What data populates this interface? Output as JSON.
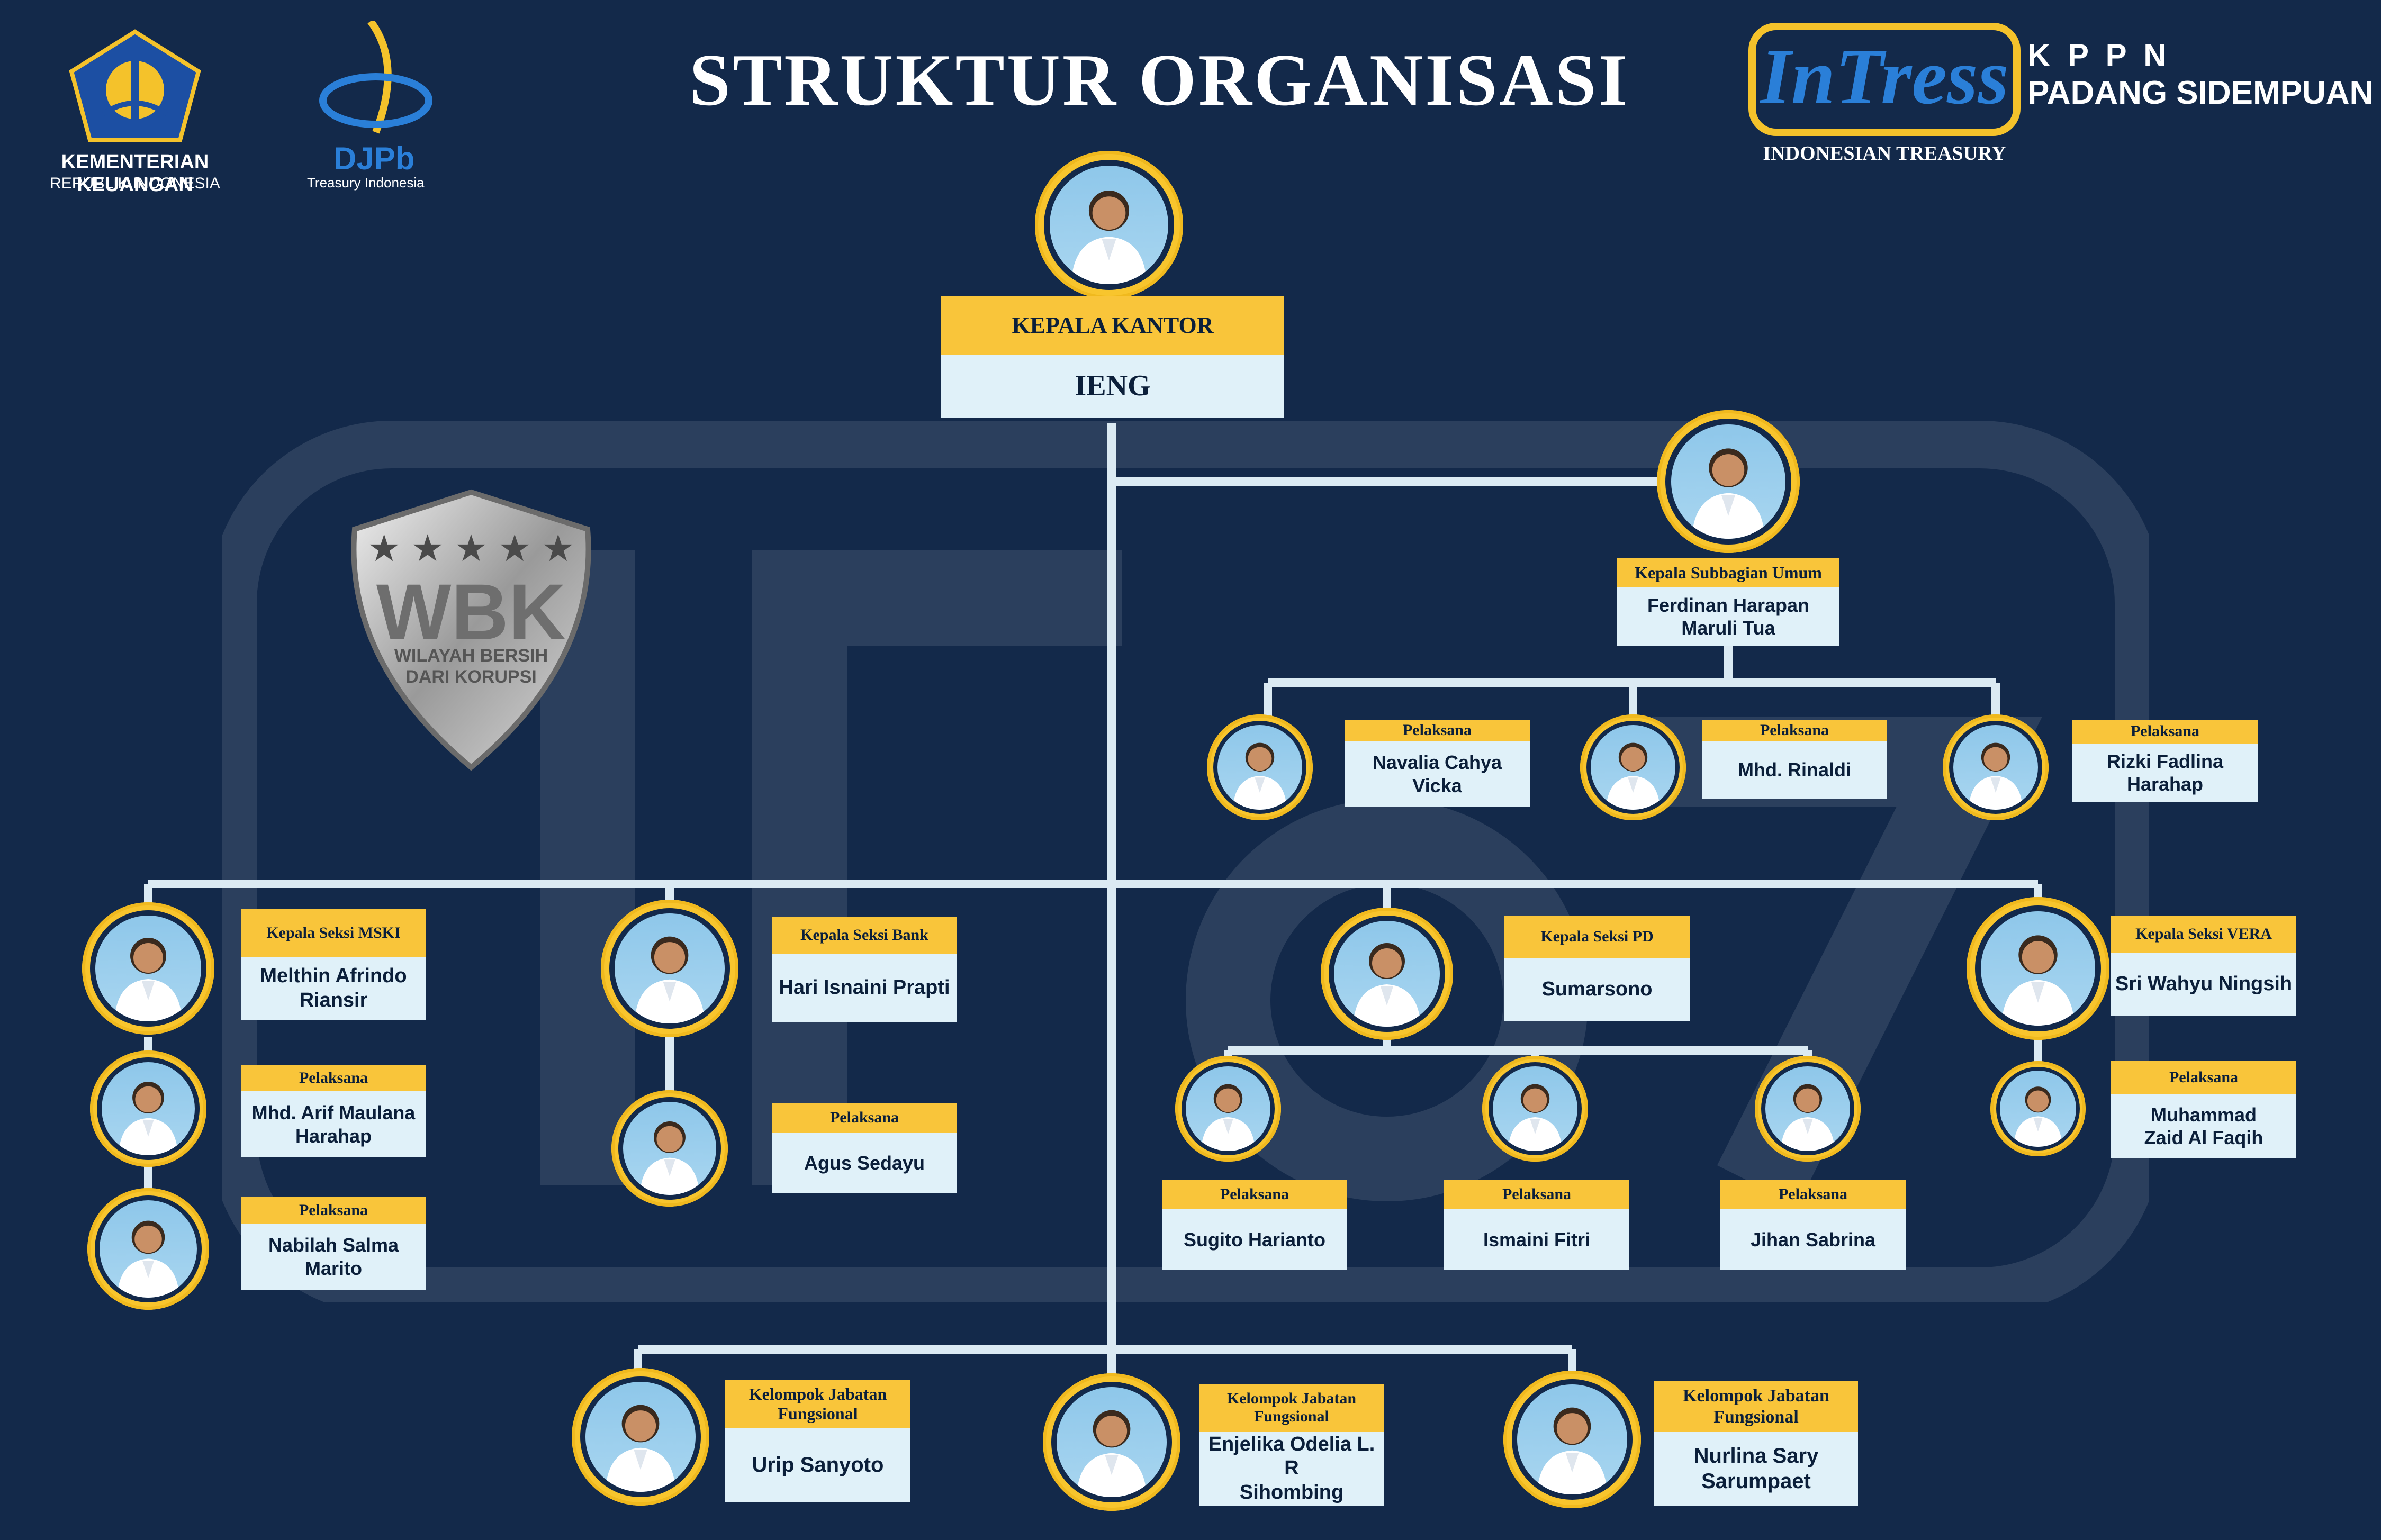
{
  "title": "STRUKTUR ORGANISASI",
  "logos": {
    "kemenkeu_line1": "KEMENTERIAN KEUANGAN",
    "kemenkeu_line2": "REPUBLIK INDONESIA",
    "djpb_name": "DJPb",
    "djpb_sub": "Treasury Indonesia",
    "intress_word": "InTress",
    "intress_sub": "INDONESIAN TREASURY",
    "kppn_line1": "K P P N",
    "kppn_line2": "PADANG SIDEMPUAN",
    "wbk_big": "WBK",
    "wbk_sub1": "WILAYAH BERSIH",
    "wbk_sub2": "DARI KORUPSI"
  },
  "colors": {
    "background": "#13294a",
    "accent_yellow": "#f9c53a",
    "card_light": "#e0f1f9",
    "line": "#dbeaf3"
  },
  "nodes": {
    "kepala_kantor": {
      "role": "KEPALA KANTOR",
      "name": "IENG"
    },
    "kasubbag_umum": {
      "role": "Kepala Subbagian Umum",
      "name": "Ferdinan Harapan\nMaruli Tua"
    },
    "umum_p1": {
      "role": "Pelaksana",
      "name": "Navalia Cahya\nVicka"
    },
    "umum_p2": {
      "role": "Pelaksana",
      "name": "Mhd. Rinaldi"
    },
    "umum_p3": {
      "role": "Pelaksana",
      "name": "Rizki Fadlina\nHarahap"
    },
    "msk": {
      "role": "Kepala Seksi MSKI",
      "name": "Melthin Afrindo\nRiansir"
    },
    "msk_p1": {
      "role": "Pelaksana",
      "name": "Mhd. Arif Maulana\nHarahap"
    },
    "msk_p2": {
      "role": "Pelaksana",
      "name": "Nabilah Salma\nMarito"
    },
    "bank": {
      "role": "Kepala Seksi  Bank",
      "name": "Hari Isnaini Prapti"
    },
    "bank_p1": {
      "role": "Pelaksana",
      "name": "Agus Sedayu"
    },
    "pd": {
      "role": "Kepala Seksi PD",
      "name": "Sumarsono"
    },
    "pd_p1": {
      "role": "Pelaksana",
      "name": "Sugito Harianto"
    },
    "pd_p2": {
      "role": "Pelaksana",
      "name": "Ismaini Fitri"
    },
    "pd_p3": {
      "role": "Pelaksana",
      "name": "Jihan Sabrina"
    },
    "vera": {
      "role": "Kepala Seksi VERA",
      "name": "Sri Wahyu Ningsih"
    },
    "vera_p1": {
      "role": "Pelaksana",
      "name": "Muhammad\nZaid Al Faqih"
    },
    "jf1": {
      "role": "Kelompok Jabatan\nFungsional",
      "name": "Urip Sanyoto"
    },
    "jf2": {
      "role": "Kelompok Jabatan\nFungsional",
      "name": "Enjelika Odelia L. R\nSihombing"
    },
    "jf3": {
      "role": "Kelompok Jabatan\nFungsional",
      "name": "Nurlina Sary\nSarumpaet"
    }
  }
}
